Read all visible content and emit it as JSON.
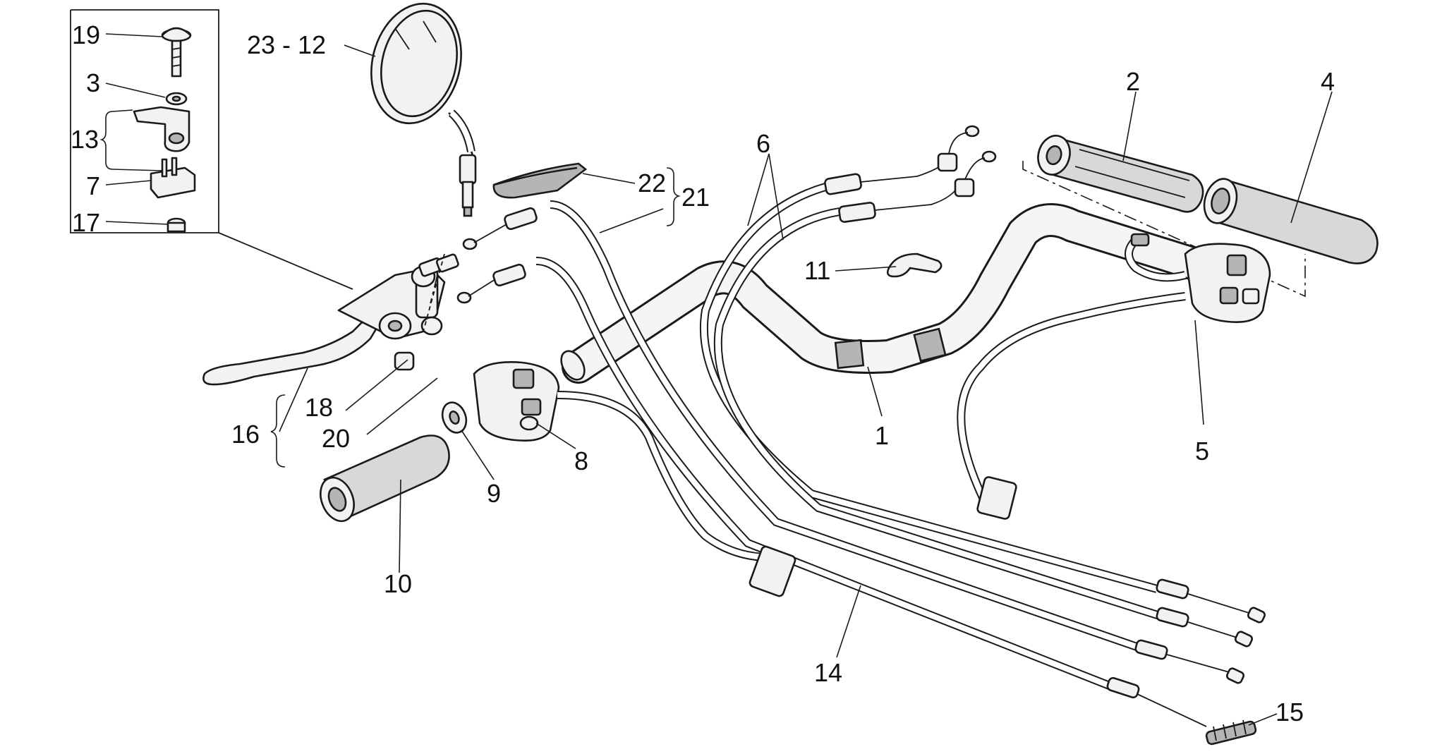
{
  "callouts": [
    {
      "id": "c19",
      "text": "19"
    },
    {
      "id": "c3",
      "text": "3"
    },
    {
      "id": "c13",
      "text": "13"
    },
    {
      "id": "c7",
      "text": "7"
    },
    {
      "id": "c17",
      "text": "17"
    },
    {
      "id": "c23_12",
      "text": "23 - 12"
    },
    {
      "id": "c22",
      "text": "22"
    },
    {
      "id": "c21",
      "text": "21"
    },
    {
      "id": "c6",
      "text": "6"
    },
    {
      "id": "c11",
      "text": "11"
    },
    {
      "id": "c2",
      "text": "2"
    },
    {
      "id": "c4",
      "text": "4"
    },
    {
      "id": "c1",
      "text": "1"
    },
    {
      "id": "c5",
      "text": "5"
    },
    {
      "id": "c16",
      "text": "16"
    },
    {
      "id": "c18",
      "text": "18"
    },
    {
      "id": "c20",
      "text": "20"
    },
    {
      "id": "c8",
      "text": "8"
    },
    {
      "id": "c9",
      "text": "9"
    },
    {
      "id": "c10",
      "text": "10"
    },
    {
      "id": "c14",
      "text": "14"
    },
    {
      "id": "c15",
      "text": "15"
    }
  ]
}
